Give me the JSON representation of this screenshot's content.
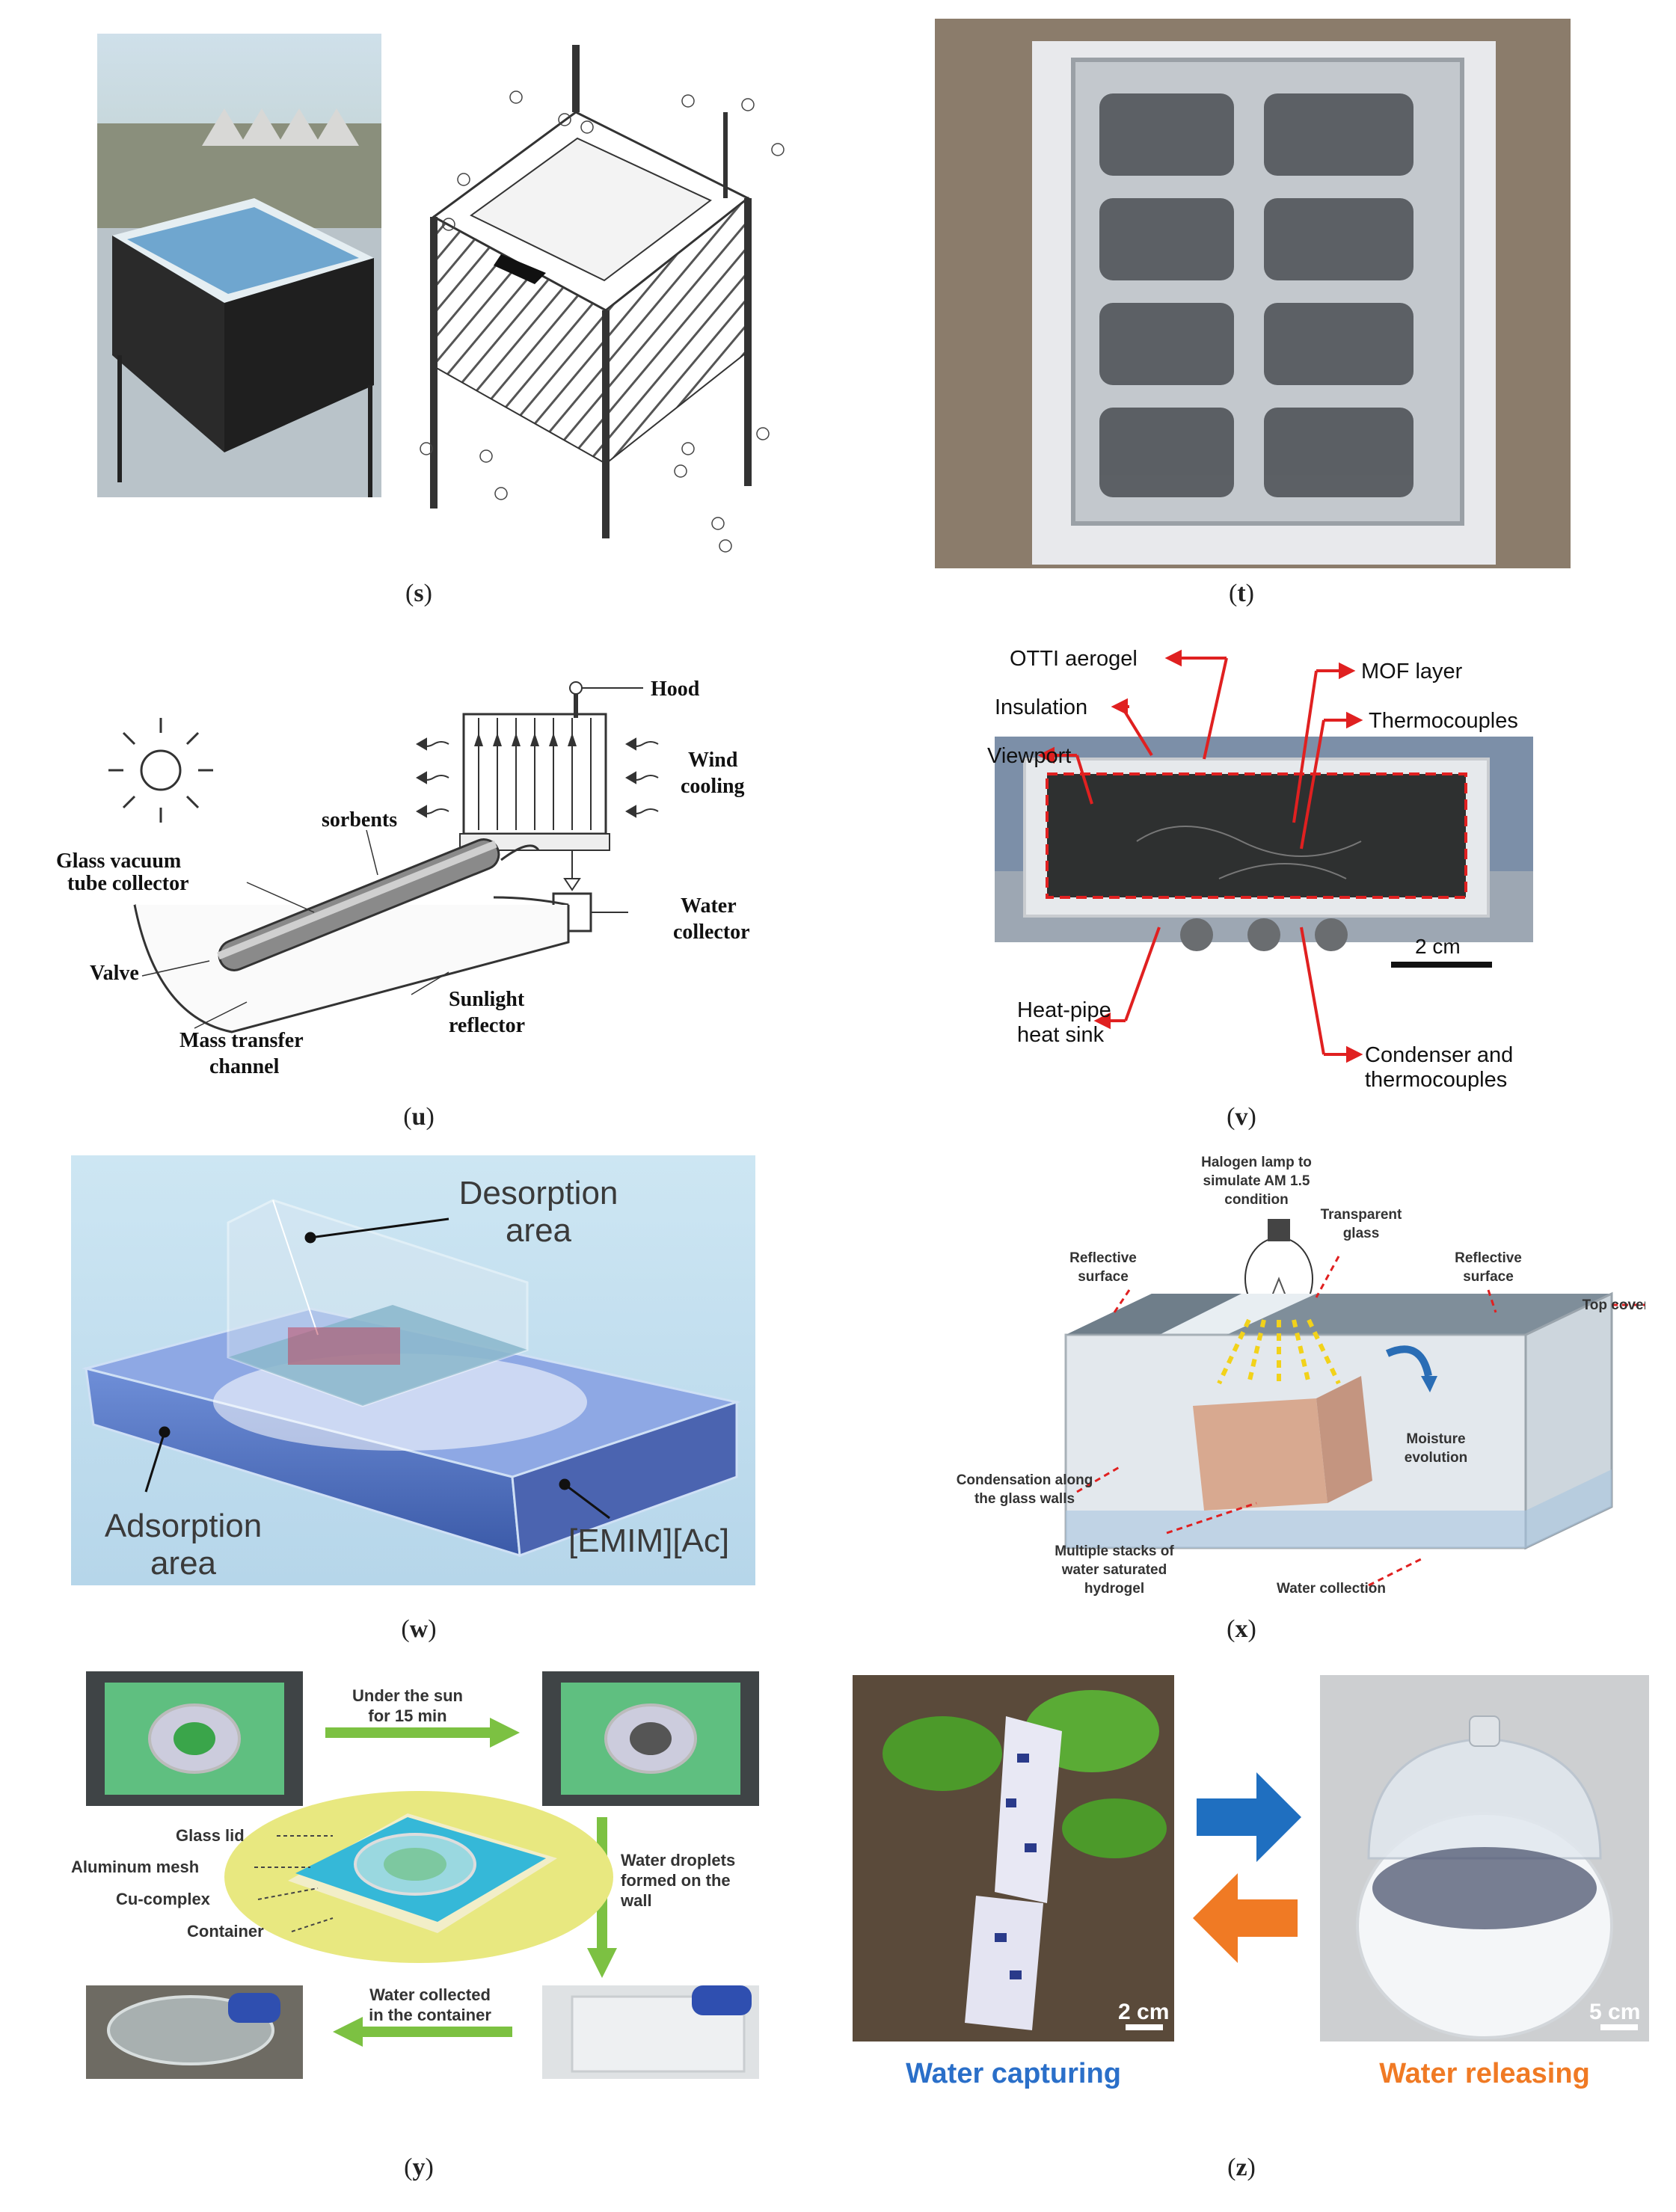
{
  "captions": {
    "s": "s",
    "t": "t",
    "u": "u",
    "v": "v",
    "w": "w",
    "x": "x",
    "y": "y",
    "z": "z"
  },
  "u": {
    "hood": "Hood",
    "wind_cooling_1": "Wind",
    "wind_cooling_2": "cooling",
    "sorbents": "sorbents",
    "glass_1": "Glass vacuum",
    "glass_2": "tube collector",
    "water_collector_1": "Water",
    "water_collector_2": "collector",
    "valve": "Valve",
    "sunlight_1": "Sunlight",
    "sunlight_2": "reflector",
    "mass_1": "Mass transfer",
    "mass_2": "channel"
  },
  "v": {
    "otti": "OTTI aerogel",
    "insulation": "Insulation",
    "mof": "MOF layer",
    "viewport": "Viewport",
    "thermocouples": "Thermocouples",
    "heatpipe_1": "Heat-pipe",
    "heatpipe_2": "heat sink",
    "scale": "2 cm",
    "condenser_1": "Condenser and",
    "condenser_2": "thermocouples"
  },
  "w": {
    "desorption_1": "Desorption",
    "desorption_2": "area",
    "adsorption_1": "Adsorption",
    "adsorption_2": "area",
    "emim": "[EMIM][Ac]"
  },
  "x": {
    "halogen_1": "Halogen lamp to",
    "halogen_2": "simulate AM 1.5",
    "halogen_3": "condition",
    "transparent_1": "Transparent",
    "transparent_2": "glass",
    "reflective_l1": "Reflective",
    "reflective_l2": "surface",
    "reflective_r1": "Reflective",
    "reflective_r2": "surface",
    "top_cover": "Top cover",
    "moisture_1": "Moisture",
    "moisture_2": "evolution",
    "condensation_1": "Condensation along",
    "condensation_2": "the glass walls",
    "stacks_1": "Multiple stacks of",
    "stacks_2": "water saturated",
    "stacks_3": "hydrogel",
    "collection": "Water collection"
  },
  "y": {
    "sun_1": "Under the sun",
    "sun_2": "for 15 min",
    "glass_lid": "Glass lid",
    "aluminum": "Aluminum mesh",
    "cu": "Cu-complex",
    "container": "Container",
    "droplets_1": "Water droplets",
    "droplets_2": "formed on the",
    "droplets_3": "wall",
    "collected_1": "Water collected",
    "collected_2": "in the container"
  },
  "z": {
    "capturing": "Water capturing",
    "releasing": "Water releasing",
    "scale_left": "2 cm",
    "scale_right": "5 cm"
  },
  "colors": {
    "red_arrow": "#e02020",
    "green_arrow": "#7cc142",
    "blue_arrow": "#1f6fc0",
    "orange_arrow": "#f07a24",
    "capturing_text": "#2a6fc9",
    "releasing_text": "#f07a24"
  }
}
